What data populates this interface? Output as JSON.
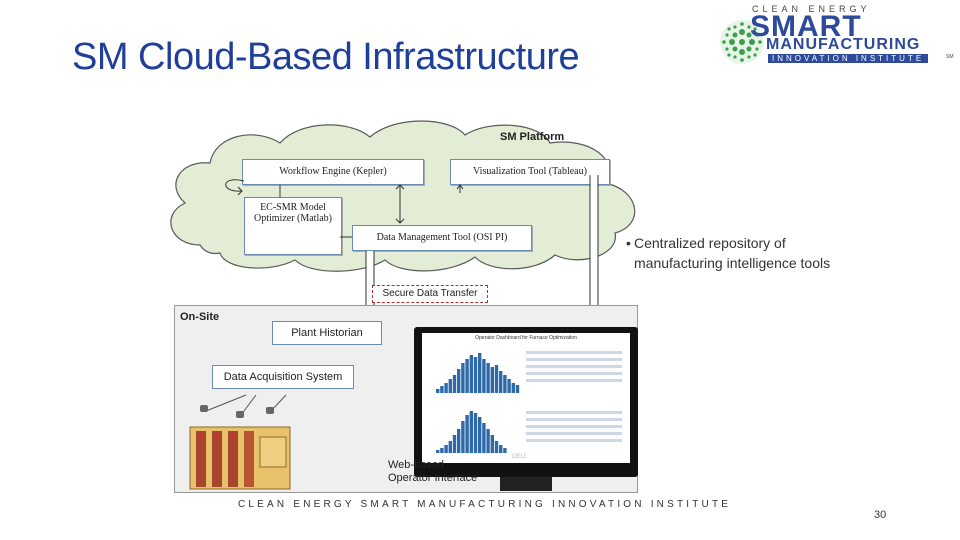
{
  "slide": {
    "title": "SM Cloud-Based Infrastructure",
    "bullet": "Centralized repository of manufacturing intelligence tools",
    "footer": "CLEAN ENERGY SMART MANUFACTURING INNOVATION INSTITUTE",
    "page_number": "30"
  },
  "logo": {
    "line1": "CLEAN ENERGY",
    "line2": "SMART",
    "line3": "MANUFACTURING",
    "line4": "INNOVATION INSTITUTE",
    "tm": "SM",
    "colors": {
      "navy": "#2e4a9a",
      "green": "#3aa04a"
    }
  },
  "diagram": {
    "cloud_label": "SM Platform",
    "workflow_engine": "Workflow Engine (Kepler)",
    "visualization_tool": "Visualization Tool (Tableau)",
    "optimizer": "EC-SMR Model Optimizer (Matlab)",
    "data_management": "Data Management Tool (OSI PI)",
    "secure_transfer": "Secure Data Transfer",
    "onsite_label": "On-Site",
    "plant_historian": "Plant Historian",
    "data_acquisition": "Data Acquisition System",
    "web_interface": "Web-based Operator Interface",
    "dashboard_title": "Operator Dashboard for Furnace Optimization",
    "monitor_brand": "DELL"
  },
  "colors": {
    "title": "#1f3f9a",
    "cloud_fill": "#e3ecd4",
    "cloud_stroke": "#5a5a5a",
    "onsite_fill": "#efefef",
    "bar": "#2e6aa8"
  }
}
